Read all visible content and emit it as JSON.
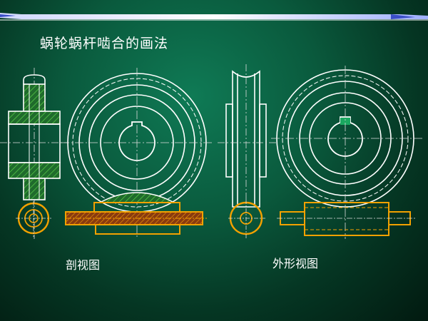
{
  "slide": {
    "title": "蜗轮蜗杆啮合的画法",
    "captions": {
      "section_view": "剖视图",
      "outline_view": "外形视图"
    }
  },
  "colors": {
    "background": "#0a5a3d",
    "outline": "#ffffff",
    "worm": "#f2a100",
    "hatch": "#4cbf3a",
    "centerline": "#e8e8e8",
    "keyway_fill": "#1aa860"
  }
}
